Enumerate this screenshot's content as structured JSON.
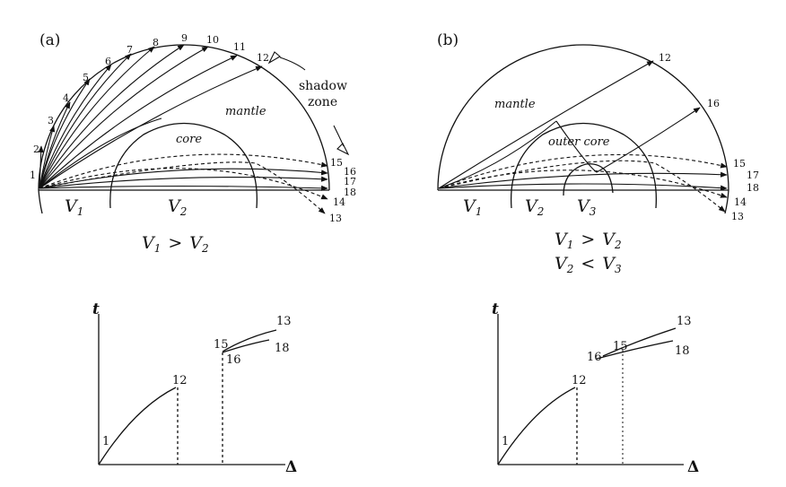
{
  "panel_a": {
    "label": "(a)",
    "region_mantle": "mantle",
    "region_core": "core",
    "shadow_zone_line1": "shadow",
    "shadow_zone_line2": "zone",
    "v1": "V",
    "v1_sub": "1",
    "v2": "V",
    "v2_sub": "2",
    "cond_lhs": "V",
    "cond_lhs_sub": "1",
    "cond_op": ">",
    "cond_rhs": "V",
    "cond_rhs_sub": "2",
    "ray_labels": [
      "1",
      "2",
      "3",
      "4",
      "5",
      "6",
      "7",
      "8",
      "9",
      "10",
      "11",
      "12",
      "13",
      "14",
      "15",
      "16",
      "17",
      "18"
    ]
  },
  "panel_b": {
    "label": "(b)",
    "region_mantle": "mantle",
    "region_outer_core": "outer core",
    "v1": "V",
    "v1_sub": "1",
    "v2": "V",
    "v2_sub": "2",
    "v3": "V",
    "v3_sub": "3",
    "cond1_lhs": "V",
    "cond1_lhs_sub": "1",
    "cond1_op": ">",
    "cond1_rhs": "V",
    "cond1_rhs_sub": "2",
    "cond2_lhs": "V",
    "cond2_lhs_sub": "2",
    "cond2_op": "<",
    "cond2_rhs": "V",
    "cond2_rhs_sub": "3",
    "ray_labels": [
      "12",
      "16",
      "15",
      "17",
      "18",
      "14",
      "13"
    ]
  },
  "graph_a": {
    "y_axis": "t",
    "x_axis": "Δ",
    "labels": [
      "1",
      "12",
      "15",
      "16",
      "13",
      "18"
    ]
  },
  "graph_b": {
    "y_axis": "t",
    "x_axis": "Δ",
    "labels": [
      "1",
      "12",
      "16",
      "15",
      "13",
      "18"
    ]
  }
}
